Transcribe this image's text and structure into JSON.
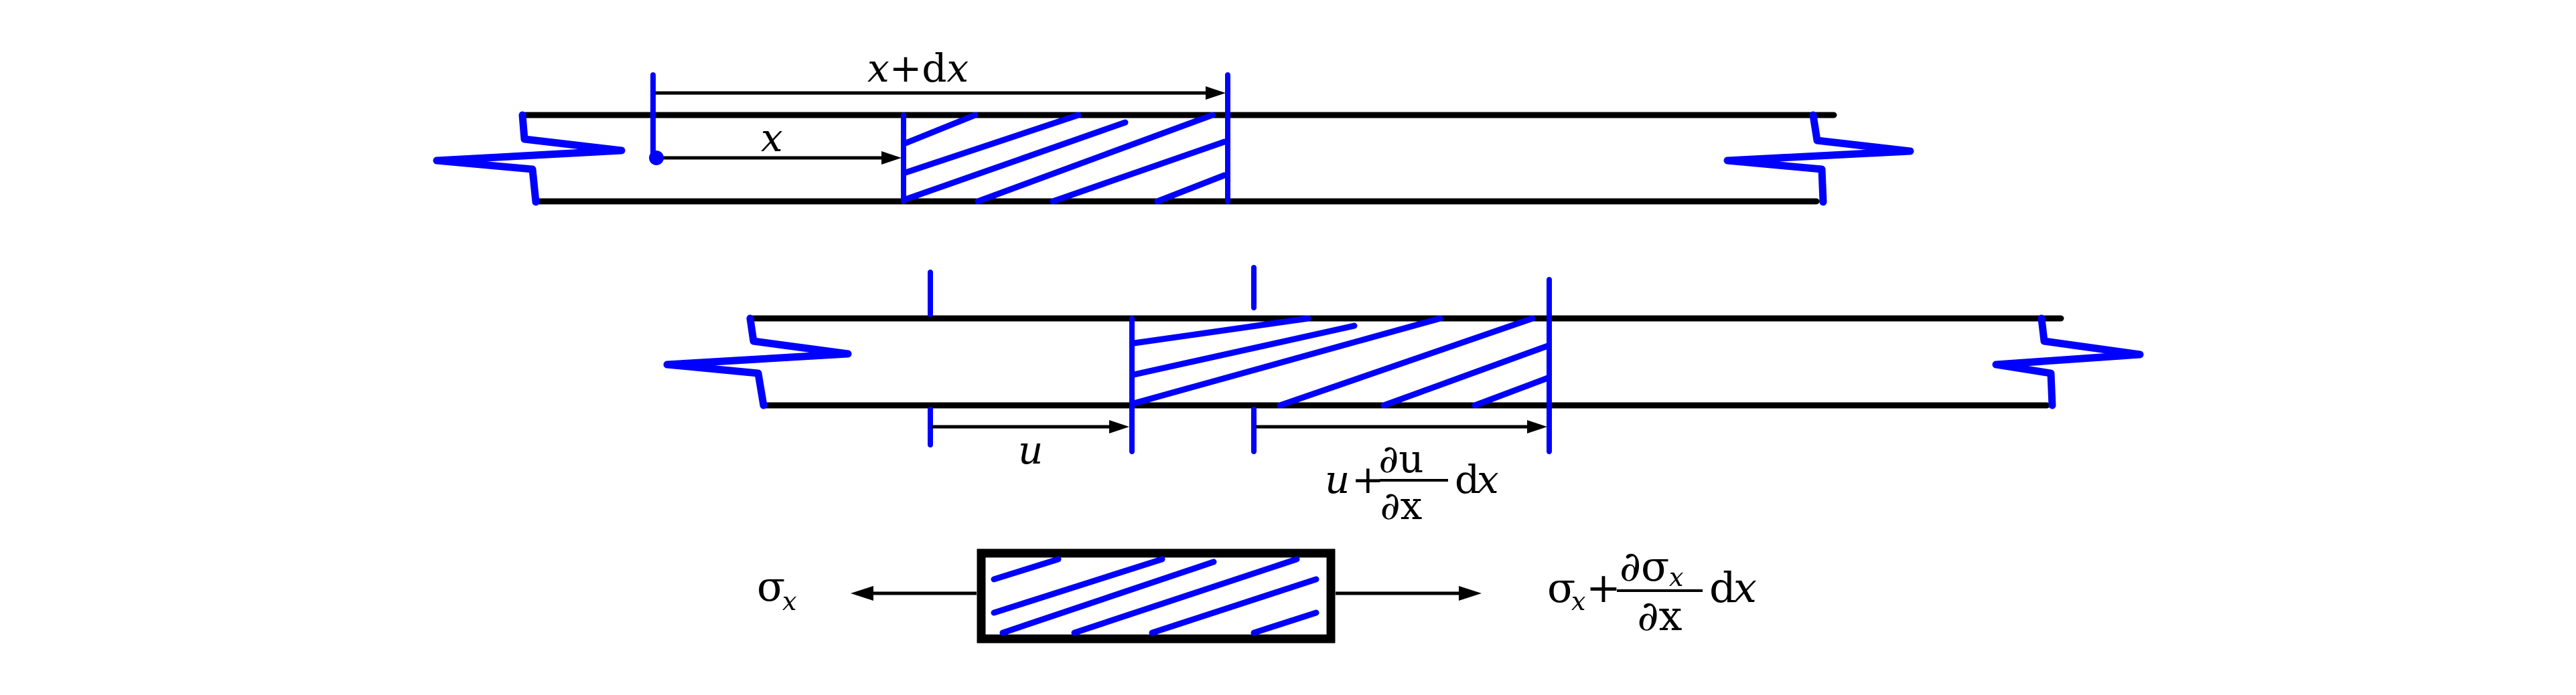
{
  "figure": {
    "description": "Axial deformation of a bar element: position, displacement, and stress on a differential element",
    "colors": {
      "outline": "#000000",
      "section_marks": "#0000ff",
      "hatching": "#0000ff",
      "background": "#ffffff"
    }
  },
  "panel_position": {
    "label_x_plus_dx": {
      "var": "x",
      "op": "+",
      "d": "d",
      "var2": "x"
    },
    "label_x": "x"
  },
  "panel_displacement": {
    "label_u": "u",
    "label_u_plus": {
      "base": "u",
      "op": "+",
      "numerator": "∂u",
      "denominator": "∂x",
      "tail_d": "d",
      "tail_var": "x"
    }
  },
  "panel_stress": {
    "label_left": {
      "sym": "σ",
      "sub": "x"
    },
    "label_right": {
      "sym": "σ",
      "sub": "x",
      "op": "+",
      "numerator_sym": "∂σ",
      "numerator_sub": "x",
      "denominator": "∂x",
      "tail_d": "d",
      "tail_var": "x"
    }
  }
}
